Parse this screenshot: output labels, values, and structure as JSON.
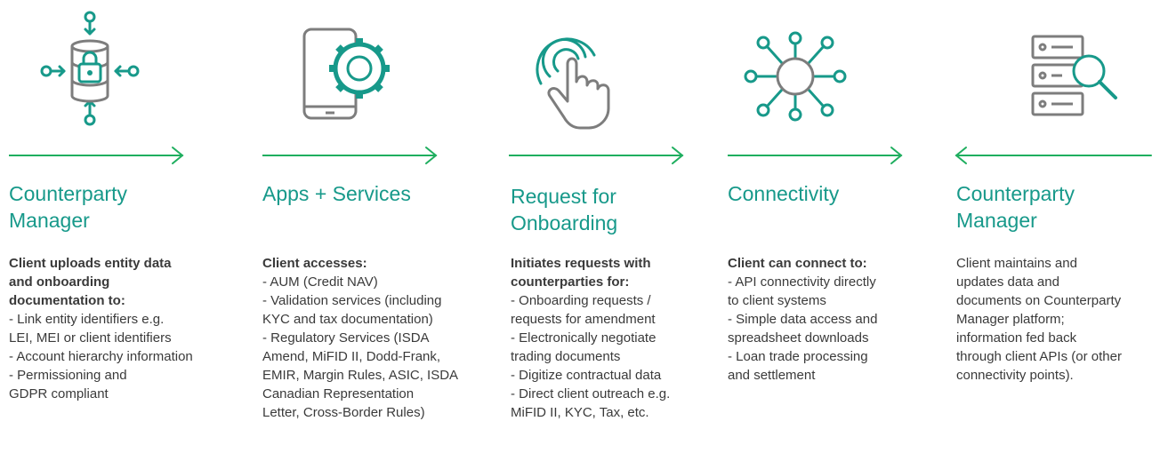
{
  "colors": {
    "accent": "#17998a",
    "arrow": "#1fae5f",
    "icon_gray": "#7d7d7d",
    "text": "#3a3a3a"
  },
  "steps": [
    {
      "icon": "database-lock-icon",
      "arrow_direction": "right",
      "title": "Counterparty\nManager",
      "lead": "Client uploads entity data\nand onboarding\ndocumentation to:",
      "items": [
        "- Link entity identifiers e.g.\nLEI, MEI or client identifiers",
        "- Account hierarchy information",
        "- Permissioning and\nGDPR compliant"
      ]
    },
    {
      "icon": "tablet-gear-icon",
      "arrow_direction": "right",
      "title": "Apps + Services",
      "lead": "Client accesses:",
      "items": [
        "- AUM (Credit NAV)",
        "- Validation services (including\nKYC and tax documentation)",
        "- Regulatory Services (ISDA\nAmend, MiFID II, Dodd-Frank,\nEMIR, Margin Rules, ASIC, ISDA\nCanadian Representation\nLetter, Cross-Border Rules)"
      ]
    },
    {
      "icon": "touch-hand-icon",
      "arrow_direction": "right",
      "title": "Request for\nOnboarding",
      "lead": "Initiates requests with\ncounterparties for:",
      "items": [
        "- Onboarding requests /\nrequests for amendment",
        "- Electronically negotiate\ntrading documents",
        "- Digitize contractual data",
        "- Direct client outreach e.g.\nMiFID II, KYC, Tax, etc."
      ]
    },
    {
      "icon": "network-hub-icon",
      "arrow_direction": "right",
      "title": "Connectivity",
      "lead": "Client can connect to:",
      "items": [
        "- API connectivity directly\nto client systems",
        "- Simple data access and\nspreadsheet downloads",
        "- Loan trade processing\nand settlement"
      ]
    },
    {
      "icon": "server-search-icon",
      "arrow_direction": "left",
      "title": "Counterparty\nManager",
      "text": "Client maintains and\nupdates data and\ndocuments on Counterparty\nManager platform;\ninformation fed back\nthrough client APIs (or other\nconnectivity points)."
    }
  ]
}
